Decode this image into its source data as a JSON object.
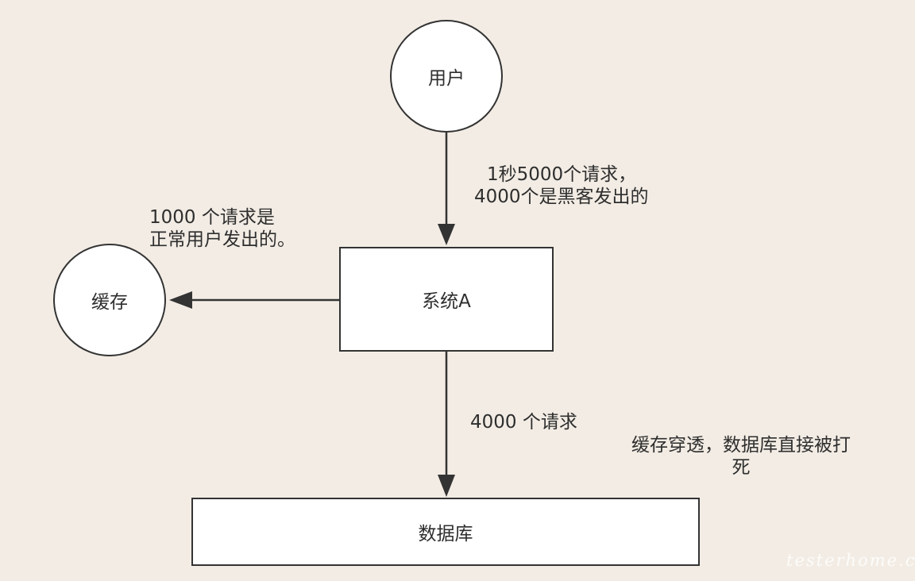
{
  "nodes": {
    "user": "用户",
    "cache": "缓存",
    "system_a": "系统A",
    "database": "数据库"
  },
  "labels": {
    "user_to_system": [
      "1秒5000个请求，",
      "4000个是黑客发出的"
    ],
    "system_to_cache": [
      "1000 个请求是",
      "正常用户发出的。"
    ],
    "system_to_db": "4000 个请求",
    "note": [
      "缓存穿透，数据库直接被打",
      "死"
    ]
  },
  "watermark": "testerhome.com",
  "colors": {
    "background": "#f2ece4",
    "node_fill": "#ffffff",
    "stroke": "#333333",
    "text": "#2e2e2e"
  }
}
